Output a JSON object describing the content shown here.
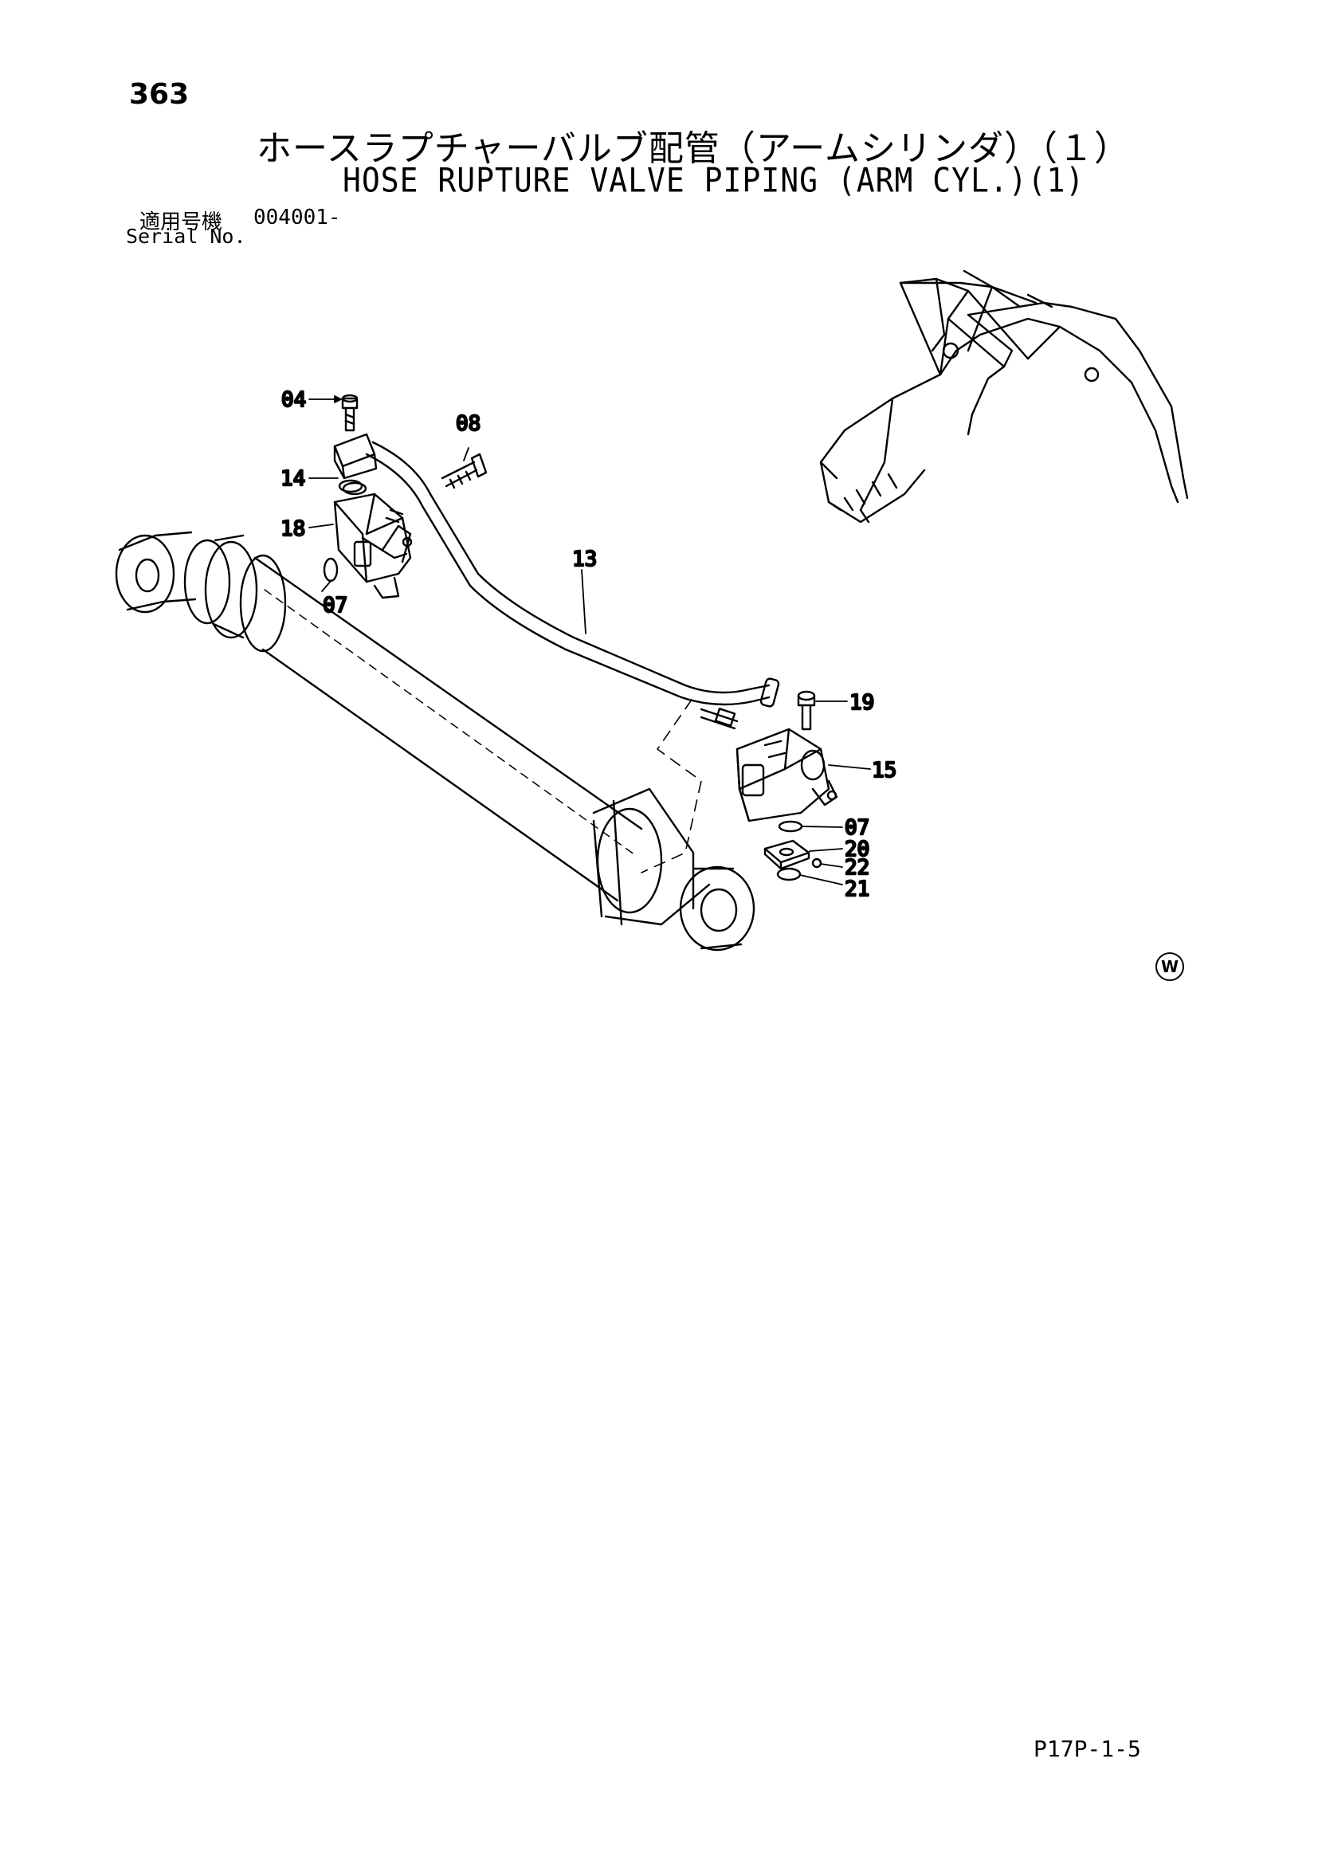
{
  "header": {
    "page_number": "363",
    "title_jp": "ホースラプチャーバルブ配管（アームシリンダ）（１）",
    "title_en": "HOSE RUPTURE VALVE PIPING (ARM CYL.)(1)",
    "serial_label_jp": "適用号機",
    "serial_value": "004001-",
    "serial_label_en": "Serial No."
  },
  "callouts": {
    "c04": "04",
    "c08": "08",
    "c14": "14",
    "c18": "18",
    "c07a": "07",
    "c13": "13",
    "c19": "19",
    "c15": "15",
    "c07b": "07",
    "c20": "20",
    "c22": "22",
    "c21": "21"
  },
  "footer": {
    "code": "P17P-1-5",
    "watermark": "W"
  }
}
